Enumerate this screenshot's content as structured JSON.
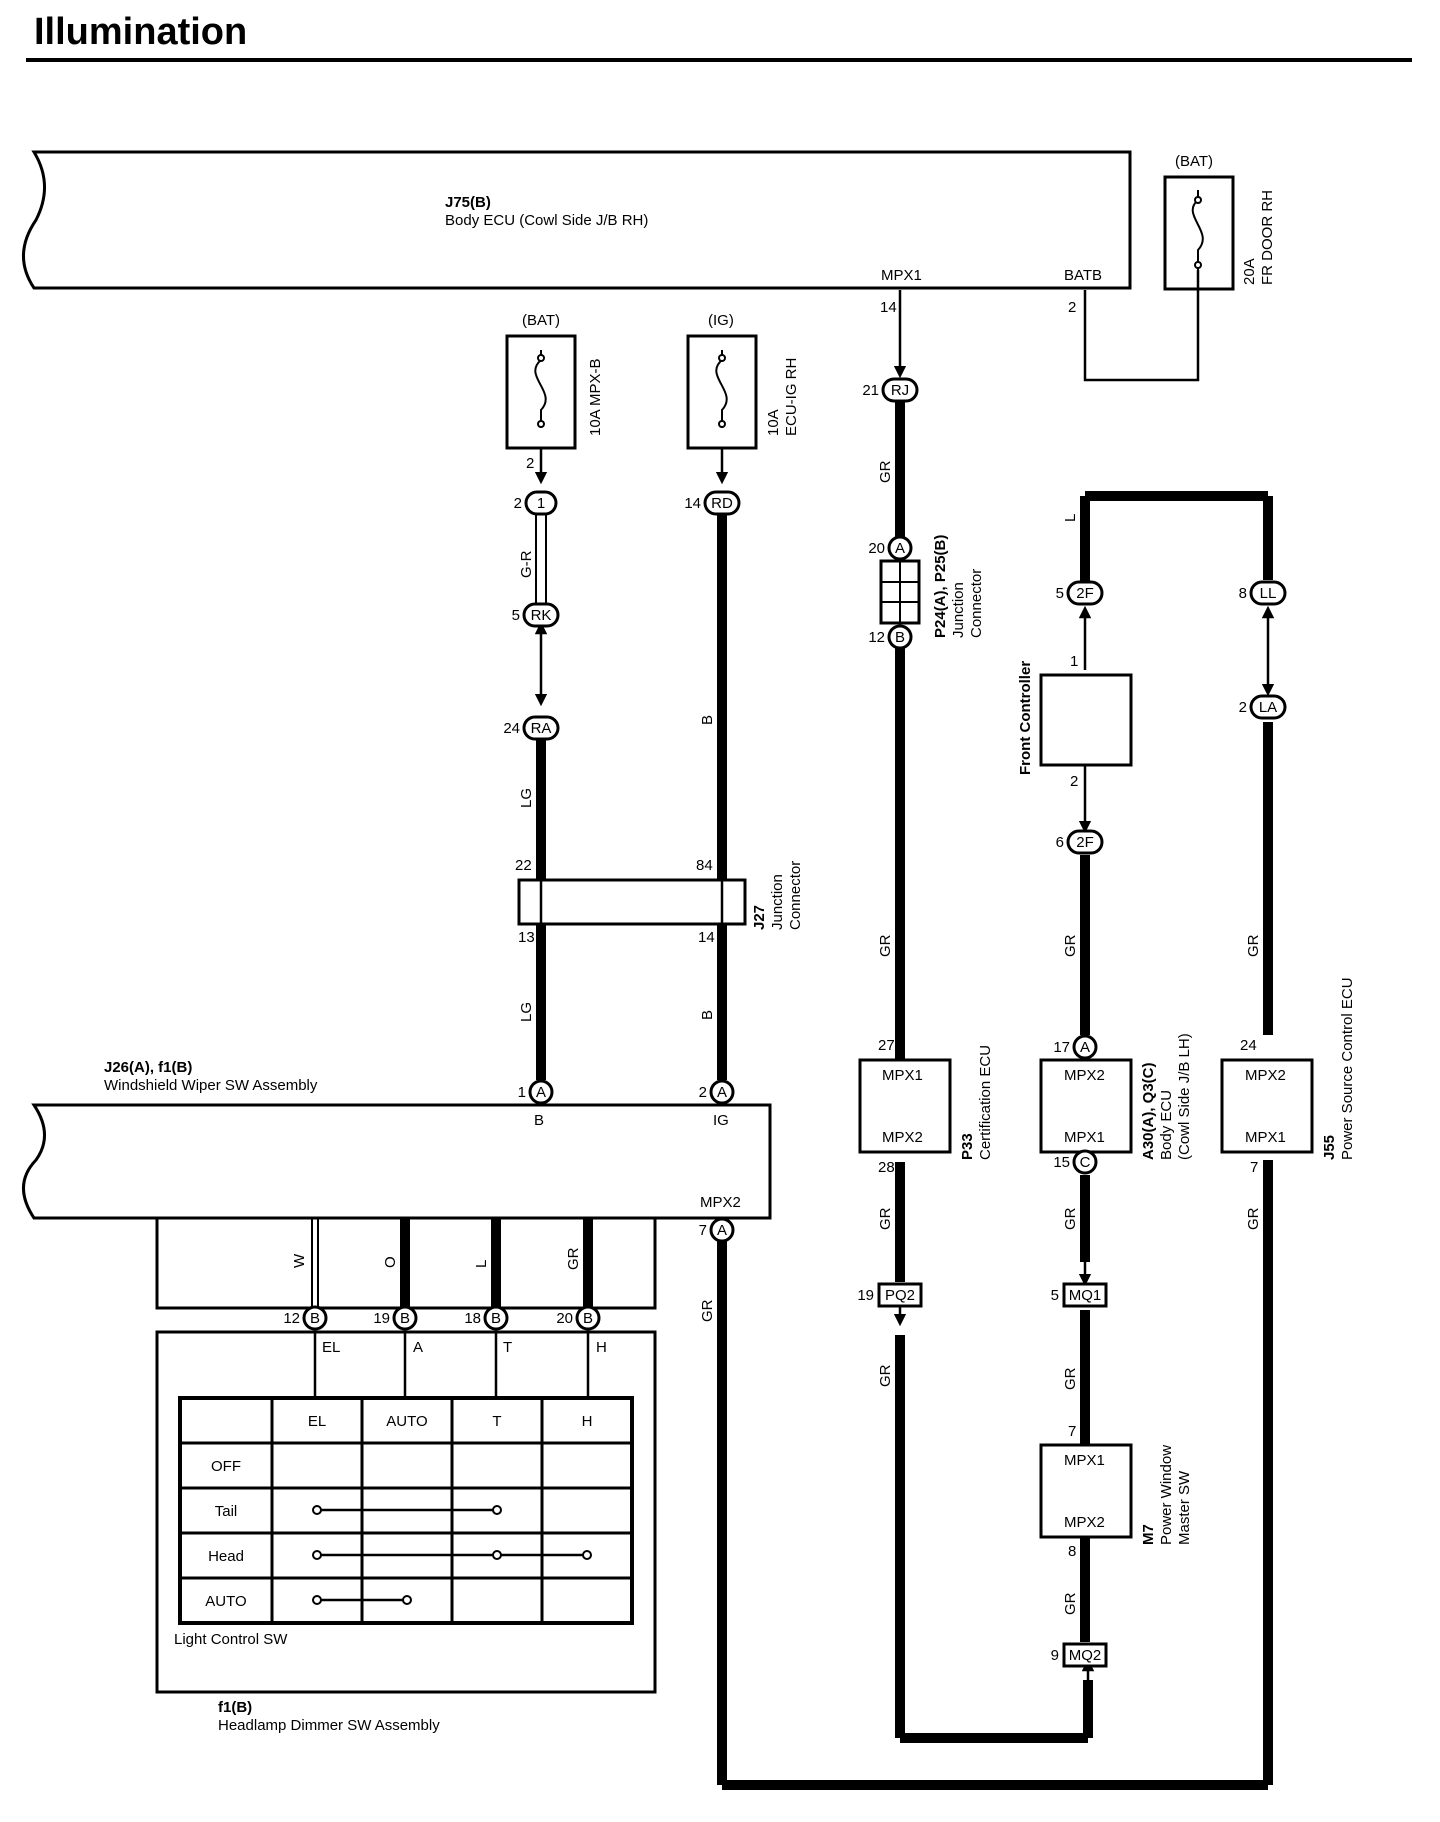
{
  "title": "Illumination",
  "body_ecu_rh": {
    "id": "J75(B)",
    "name": "Body ECU (Cowl Side J/B RH)",
    "pin_mpx1": "MPX1",
    "pin_batb": "BATB",
    "mpx1_num": "14",
    "batb_num": "2"
  },
  "fuse_fr_door": {
    "supply": "(BAT)",
    "rating": "20A",
    "name": "FR DOOR RH"
  },
  "fuse_mpxb": {
    "supply": "(BAT)",
    "label": "10A MPX-B",
    "pin": "2"
  },
  "fuse_ecuig": {
    "supply": "(IG)",
    "rating": "10A",
    "name": "ECU-IG RH"
  },
  "connectors": {
    "c1": {
      "pin": "2",
      "label": "1"
    },
    "rk": {
      "pin": "5",
      "label": "RK"
    },
    "ra": {
      "pin": "24",
      "label": "RA"
    },
    "rd": {
      "pin": "14",
      "label": "RD"
    },
    "rj": {
      "pin": "21",
      "label": "RJ"
    },
    "p24a": {
      "pin": "20",
      "label": "A"
    },
    "p25b": {
      "pin": "12",
      "label": "B"
    },
    "f2f_top": {
      "pin": "5",
      "label": "2F"
    },
    "f2f_bot": {
      "pin": "6",
      "label": "2F"
    },
    "ll": {
      "pin": "8",
      "label": "LL"
    },
    "la": {
      "pin": "2",
      "label": "LA"
    },
    "pq2": {
      "pin": "19",
      "label": "PQ2"
    },
    "mq1": {
      "pin": "5",
      "label": "MQ1"
    },
    "mq2": {
      "pin": "9",
      "label": "MQ2"
    },
    "ww_a1": {
      "pin": "1",
      "label": "A"
    },
    "ww_a2": {
      "pin": "2",
      "label": "A"
    },
    "ww_a7": {
      "pin": "7",
      "label": "A"
    },
    "hd_b12": {
      "pin": "12",
      "label": "B"
    },
    "hd_b19": {
      "pin": "19",
      "label": "B"
    },
    "hd_b18": {
      "pin": "18",
      "label": "B"
    },
    "hd_b20": {
      "pin": "20",
      "label": "B"
    },
    "ecu_a17": {
      "pin": "17",
      "label": "A"
    },
    "ecu_c15": {
      "pin": "15",
      "label": "C"
    }
  },
  "wire_colors": {
    "gr": "G-R",
    "lg": "LG",
    "b": "B",
    "gr2": "GR",
    "l": "L",
    "w": "W",
    "o": "O"
  },
  "junction_j27": {
    "id": "J27",
    "name": "Junction",
    "name2": "Connector",
    "p22": "22",
    "p84": "84",
    "p13": "13",
    "p14": "14"
  },
  "junction_p24": {
    "id": "P24(A), P25(B)",
    "name": "Junction",
    "name2": "Connector"
  },
  "front_controller": {
    "name": "Front Controller",
    "pin1": "1",
    "pin2": "2"
  },
  "cert_ecu": {
    "id": "P33",
    "name": "Certification ECU",
    "top": "MPX1",
    "bottom": "MPX2",
    "pin_top": "27",
    "pin_bottom": "28"
  },
  "body_ecu_lh": {
    "id": "A30(A), Q3(C)",
    "name": "Body ECU",
    "name2": "(Cowl Side J/B LH)",
    "top": "MPX2",
    "bottom": "MPX1"
  },
  "power_source_ecu": {
    "id": "J55",
    "name": "Power Source Control ECU",
    "top": "MPX2",
    "bottom": "MPX1",
    "pin_top": "24",
    "pin_bottom": "7"
  },
  "pw_master": {
    "id": "M7",
    "name": "Power Window",
    "name2": "Master SW",
    "top": "MPX1",
    "bottom": "MPX2",
    "pin_top": "7",
    "pin_bottom": "8"
  },
  "wiper_sw": {
    "id": "J26(A), f1(B)",
    "name": "Windshield Wiper SW Assembly",
    "pin_b": "B",
    "pin_ig": "IG",
    "pin_mpx2": "MPX2"
  },
  "headlamp_sw": {
    "id": "f1(B)",
    "name": "Headlamp Dimmer SW Assembly",
    "sw_name": "Light Control SW",
    "term_el": "EL",
    "term_a": "A",
    "term_t": "T",
    "term_h": "H"
  },
  "switch_table": {
    "columns": [
      "EL",
      "AUTO",
      "T",
      "H"
    ],
    "rows": [
      "OFF",
      "Tail",
      "Head",
      "AUTO"
    ]
  }
}
